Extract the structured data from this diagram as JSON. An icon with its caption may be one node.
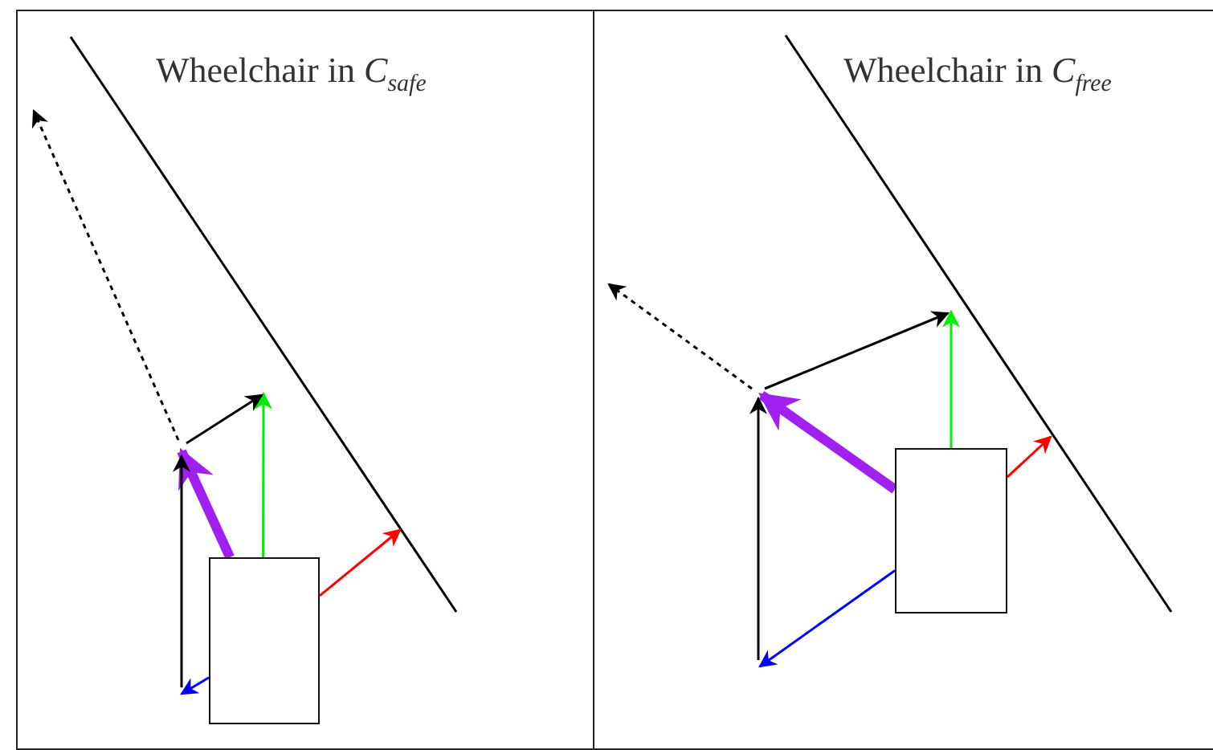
{
  "diagram": {
    "nodes": [
      {
        "text": [
          "Wheelchair in *C*$_{safe}$"
        ]
      },
      {
        "text": [],
        "shape": "box",
        "in": 0
      },
      {
        "text": [
          "Wheelchair in *C*$_{free}$"
        ]
      },
      {
        "text": [],
        "shape": "box",
        "in": 2
      }
    ],
    "edges": [
      {
        "from": 1,
        "to": null,
        "arrow": "to",
        "color": "#ff0000"
      },
      {
        "from": 1,
        "to": null,
        "arrow": "to",
        "color": "#00ee00"
      },
      {
        "from": 1,
        "to": null,
        "arrow": "to",
        "color": "#0000ff"
      },
      {
        "from": 1,
        "to": null,
        "arrow": "to",
        "color": "#a020f0",
        "style": "thick"
      },
      {
        "from": 3,
        "to": null,
        "arrow": "to",
        "color": "#ff0000"
      },
      {
        "from": 3,
        "to": null,
        "arrow": "to",
        "color": "#00ee00"
      },
      {
        "from": 3,
        "to": null,
        "arrow": "to",
        "color": "#0000ff"
      },
      {
        "from": 3,
        "to": null,
        "arrow": "to",
        "color": "#a020f0",
        "style": "thick"
      }
    ]
  }
}
